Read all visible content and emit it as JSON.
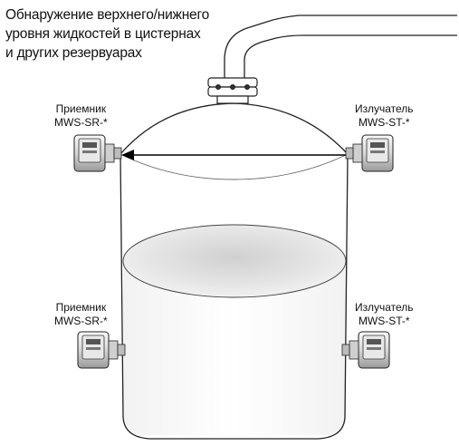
{
  "title": {
    "lines": [
      "Обнаружение верхнего/нижнего",
      "уровня жидкостей в цистернах",
      "и других резервуарах"
    ]
  },
  "labels": {
    "top_left": {
      "line1": "Приемник",
      "line2": "MWS-SR-*"
    },
    "top_right": {
      "line1": "Излучатель",
      "line2": "MWS-ST-*"
    },
    "bottom_left": {
      "line1": "Приемник",
      "line2": "MWS-SR-*"
    },
    "bottom_right": {
      "line1": "Излучатель",
      "line2": "MWS-ST-*"
    }
  }
}
